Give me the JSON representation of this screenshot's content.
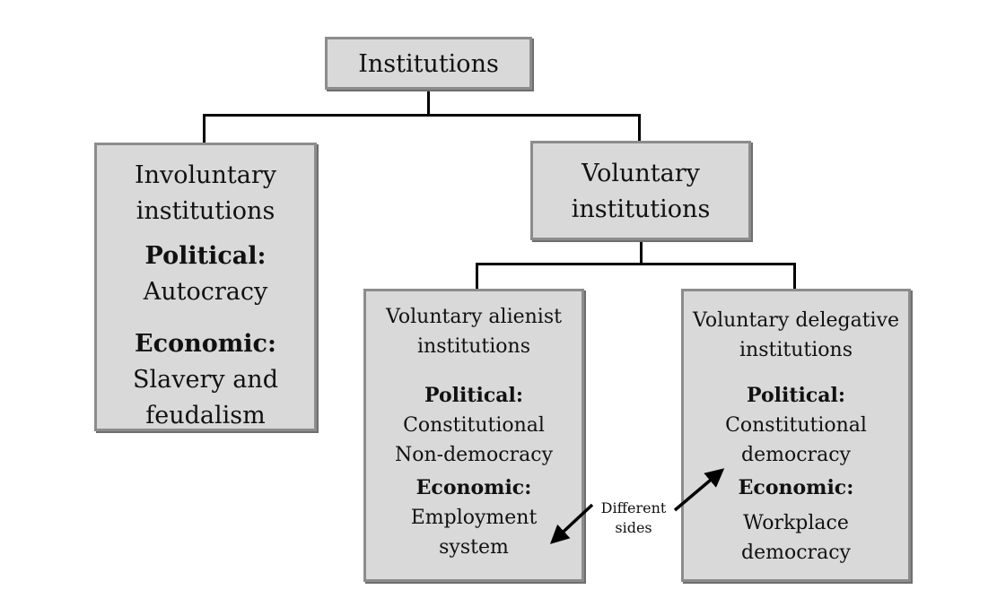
{
  "root": {
    "label": "Institutions"
  },
  "involuntary": {
    "title_line1": "Involuntary",
    "title_line2": "institutions",
    "political_label": "Political:",
    "political_value": "Autocracy",
    "economic_label": "Economic:",
    "economic_value_line1": "Slavery and",
    "economic_value_line2": "feudalism"
  },
  "voluntary": {
    "title_line1": "Voluntary",
    "title_line2": "institutions"
  },
  "alienist": {
    "title_line1": "Voluntary alienist",
    "title_line2": "institutions",
    "political_label": "Political:",
    "political_value_line1": "Constitutional",
    "political_value_line2": "Non-democracy",
    "economic_label": "Economic:",
    "economic_value_line1": "Employment",
    "economic_value_line2": "system"
  },
  "delegative": {
    "title_line1": "Voluntary delegative",
    "title_line2": "institutions",
    "political_label": "Political:",
    "political_value_line1": "Constitutional",
    "political_value_line2": "democracy",
    "economic_label": "Economic:",
    "economic_value_line1": "Workplace",
    "economic_value_line2": "democracy"
  },
  "annotation": {
    "line1": "Different",
    "line2": "sides"
  }
}
